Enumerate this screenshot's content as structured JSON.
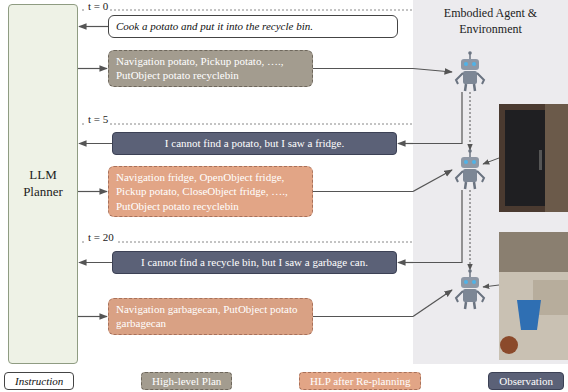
{
  "diagram": {
    "nodes": [
      {
        "text": [
          "LLM Planner"
        ]
      },
      {
        "text": [
          "Cook a potato and put it into the recycle bin."
        ]
      },
      {
        "text": [
          "Navigation potato, Pickup potato, …., PutObject potato recyclebin"
        ]
      },
      {
        "text": [
          "I cannot find a potato, but I saw a fridge."
        ]
      },
      {
        "text": [
          "Navigation fridge, OpenObject fridge, Pickup potato, CloseObject fridge, …., PutObject potato recyclebin"
        ]
      },
      {
        "text": [
          "I cannot find a recycle bin, but I saw a garbage can."
        ]
      },
      {
        "text": [
          "Navigation garbagecan, PutObject potato garbagecan"
        ]
      },
      {
        "text": [
          "Embodied Agent & Environment"
        ]
      }
    ],
    "edges": [
      {
        "from": 1,
        "to": 0,
        "arrow": "to"
      },
      {
        "from": 0,
        "to": 2,
        "arrow": "to"
      },
      {
        "from": 3,
        "to": 0,
        "arrow": "to"
      },
      {
        "from": 0,
        "to": 4,
        "arrow": "to"
      },
      {
        "from": 5,
        "to": 0,
        "arrow": "to"
      },
      {
        "from": 0,
        "to": 6,
        "arrow": "to"
      }
    ],
    "labels": [
      "t = 0",
      "t = 5",
      "t = 20"
    ],
    "legend": [
      {
        "text": "Instruction",
        "color": "#ffffff"
      },
      {
        "text": "High-level Plan",
        "color": "#a39c8f"
      },
      {
        "text": "HLP after Re-planning",
        "color": "#e2a586"
      },
      {
        "text": "Observation",
        "color": "#5b6177"
      }
    ]
  }
}
